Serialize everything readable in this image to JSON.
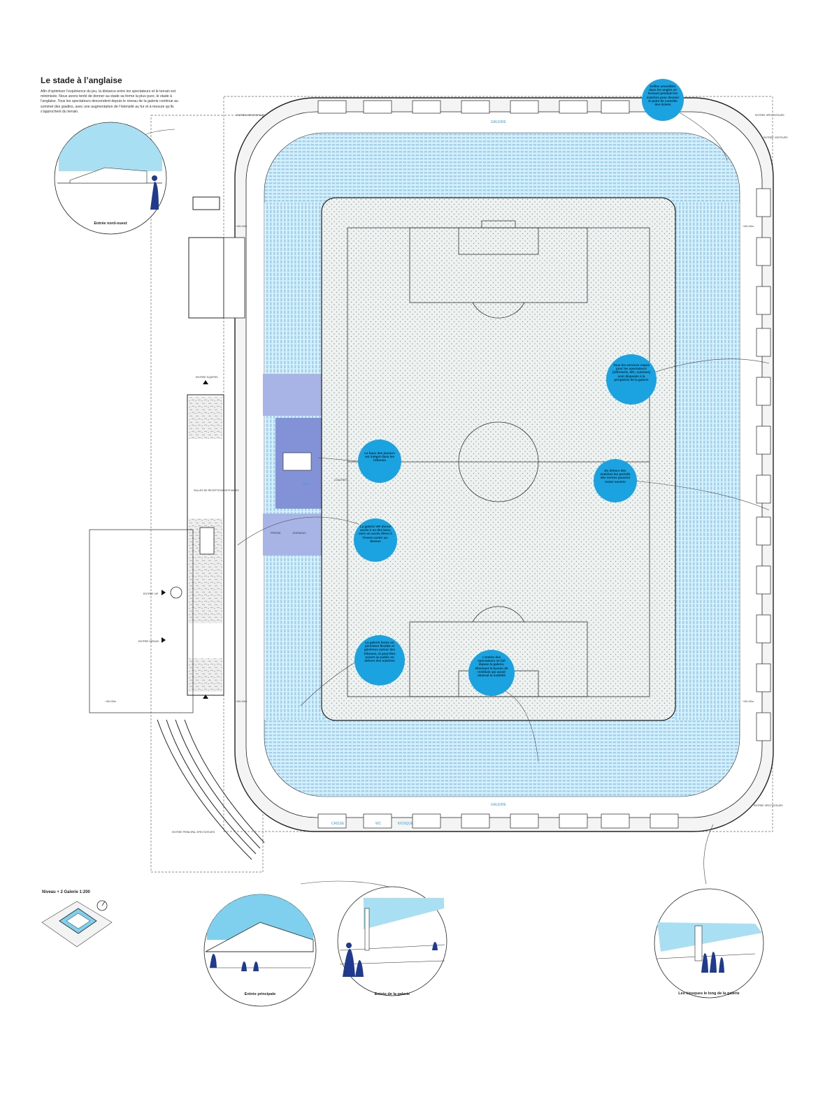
{
  "heading": "Le stade à l’anglaise",
  "intro": "Afin d’optimiser l’expérience du jeu, la distance entre les spectateurs et le terrain est minimisée. Nous avons tenté de donner au stade sa forme la plus pure, le stade à l’anglaise. Tous les spectateurs descendent depuis le niveau de la galerie continue au sommet des gradins, avec une augmentation de l’intensité au fur et à mesure qu’ils s’approchent du terrain.",
  "level_label": "Niveau + 2 Galerie 1:200",
  "colors": {
    "accent": "#1aa3e0",
    "seat_blue": "#cde9f8",
    "vip_blue": "#7b8fd0",
    "figure": "#1f3a8f"
  },
  "bubbles": [
    "Grilles amovibles dans les angles se fermant pendant les matches pour devenir le point de contrôle des tickets",
    "Tous les services requis pour les spectateurs (infirmerie, WC, cuisines) sont disposés à la périphérie de la galerie",
    "Le banc des joueurs est intégré dans les tribunes",
    "En dehors des matches les portails des sorties peuvent rester ouverts",
    "La galerie VIP donne accès à un des bars, avec un accès direct à l’event center au-dessus",
    "La galerie forme un périmètre flexible et généreux autour des tribunes, et peut-être ouvert au public en dehors des matches",
    "L’entrée des spectateurs se fait depuis la galerie, éliminant le besoin de remblais qui aurait obstrué la mobilité"
  ],
  "labels": {
    "galerie": "GALERIE",
    "caisse": "CAISSE",
    "wc": "WC",
    "kiosque": "KIOSQUE",
    "vip": "VIP",
    "presse": "PRESSE",
    "journaux": "JOURNAUX",
    "coaches": "COACHES",
    "entree_spectateurs": "ENTREE SPECTATEURS",
    "entree_visiteurs": "ENTREE VISITEURS",
    "entree_vip": "ENTREE VIP",
    "entree_medias": "ENTREE MEDIAS",
    "entree_equipes": "ENTREE EQUIPES",
    "entree_principal": "ENTREE PRINCIPAL SPECTATEURS",
    "salles": "SALLES DE RECEPTION/ VESTIAIRES",
    "niveau_marks": [
      "+451.00m",
      "+451.00m",
      "+451.00m",
      "+451.00m",
      "+451.00m"
    ]
  },
  "vignettes": [
    "Entrée nord-ouest",
    "Entrée principale",
    "Entrée de la galerie",
    "Les kiosques le long de la galerie"
  ]
}
